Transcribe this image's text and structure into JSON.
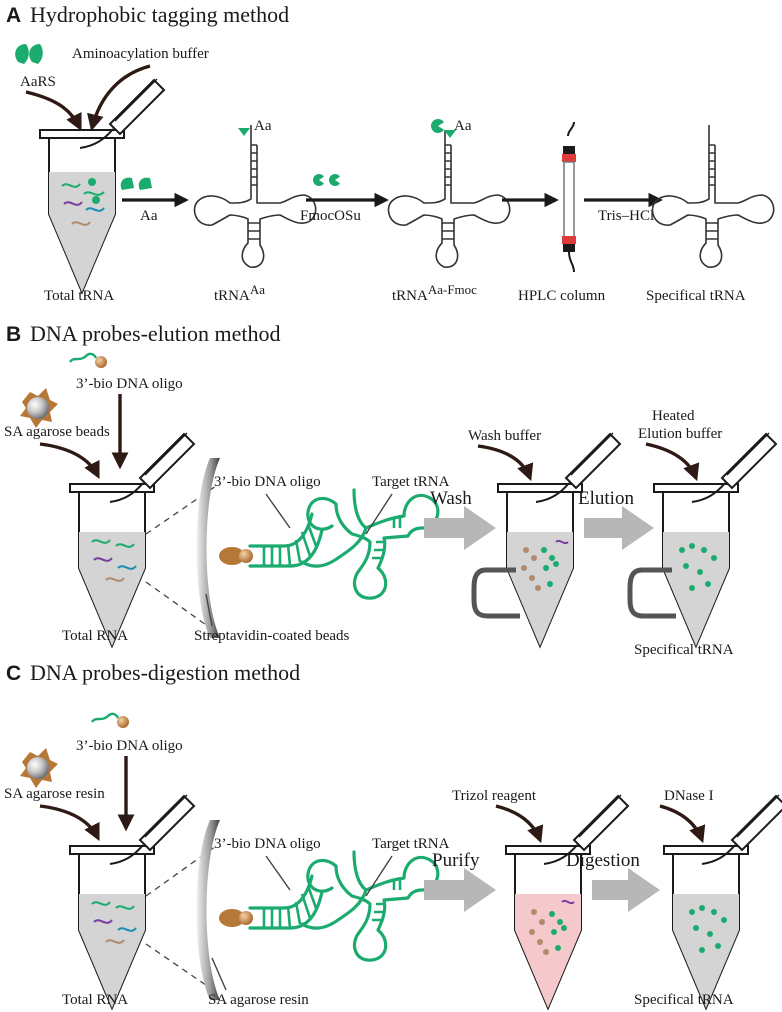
{
  "panel_a": {
    "letter": "A",
    "title": "Hydrophobic tagging method",
    "enzyme_label": "AaRS",
    "buffer_label": "Aminoacylation buffer",
    "tube_label": "Total tRNA",
    "step1_label": "Aa",
    "trna_aa_base": "tRNA",
    "trna_aa_sup": "Aa",
    "trna_aa_tag": "Aa",
    "step2_label": "FmocOSu",
    "trna_fmoc_base": "tRNA",
    "trna_fmoc_sup": "Aa-Fmoc",
    "trna_fmoc_tag": "Aa",
    "column_label": "HPLC column",
    "step4_label": "Tris–HCl",
    "result_label": "Specifical tRNA"
  },
  "panel_b": {
    "letter": "B",
    "title": "DNA probes-elution method",
    "oligo_label": "3’-bio DNA oligo",
    "beads_label": "SA  agarose beads",
    "tube_label": "Total RNA",
    "zoom_oligo_label": "3’-bio DNA oligo",
    "zoom_target_label": "Target tRNA",
    "zoom_beads_label": "Streptavidin-coated beads",
    "step1_label": "Wash",
    "wash_buffer_label": "Wash buffer",
    "step2_label": "Elution",
    "elution_buffer_line1": "Heated",
    "elution_buffer_line2": "Elution buffer",
    "result_label": "Specifical tRNA"
  },
  "panel_c": {
    "letter": "C",
    "title": "DNA probes-digestion method",
    "oligo_label": "3’-bio DNA oligo",
    "resin_label": "SA agarose resin",
    "tube_label": "Total RNA",
    "zoom_oligo_label": "3’-bio DNA oligo",
    "zoom_target_label": "Target tRNA",
    "zoom_resin_label": "SA agarose resin",
    "step1_label": "Purify",
    "trizol_label": "Trizol reagent",
    "step2_label": "Digestion",
    "dnase_label": "DNase I",
    "result_label": "Specifical tRNA"
  }
}
